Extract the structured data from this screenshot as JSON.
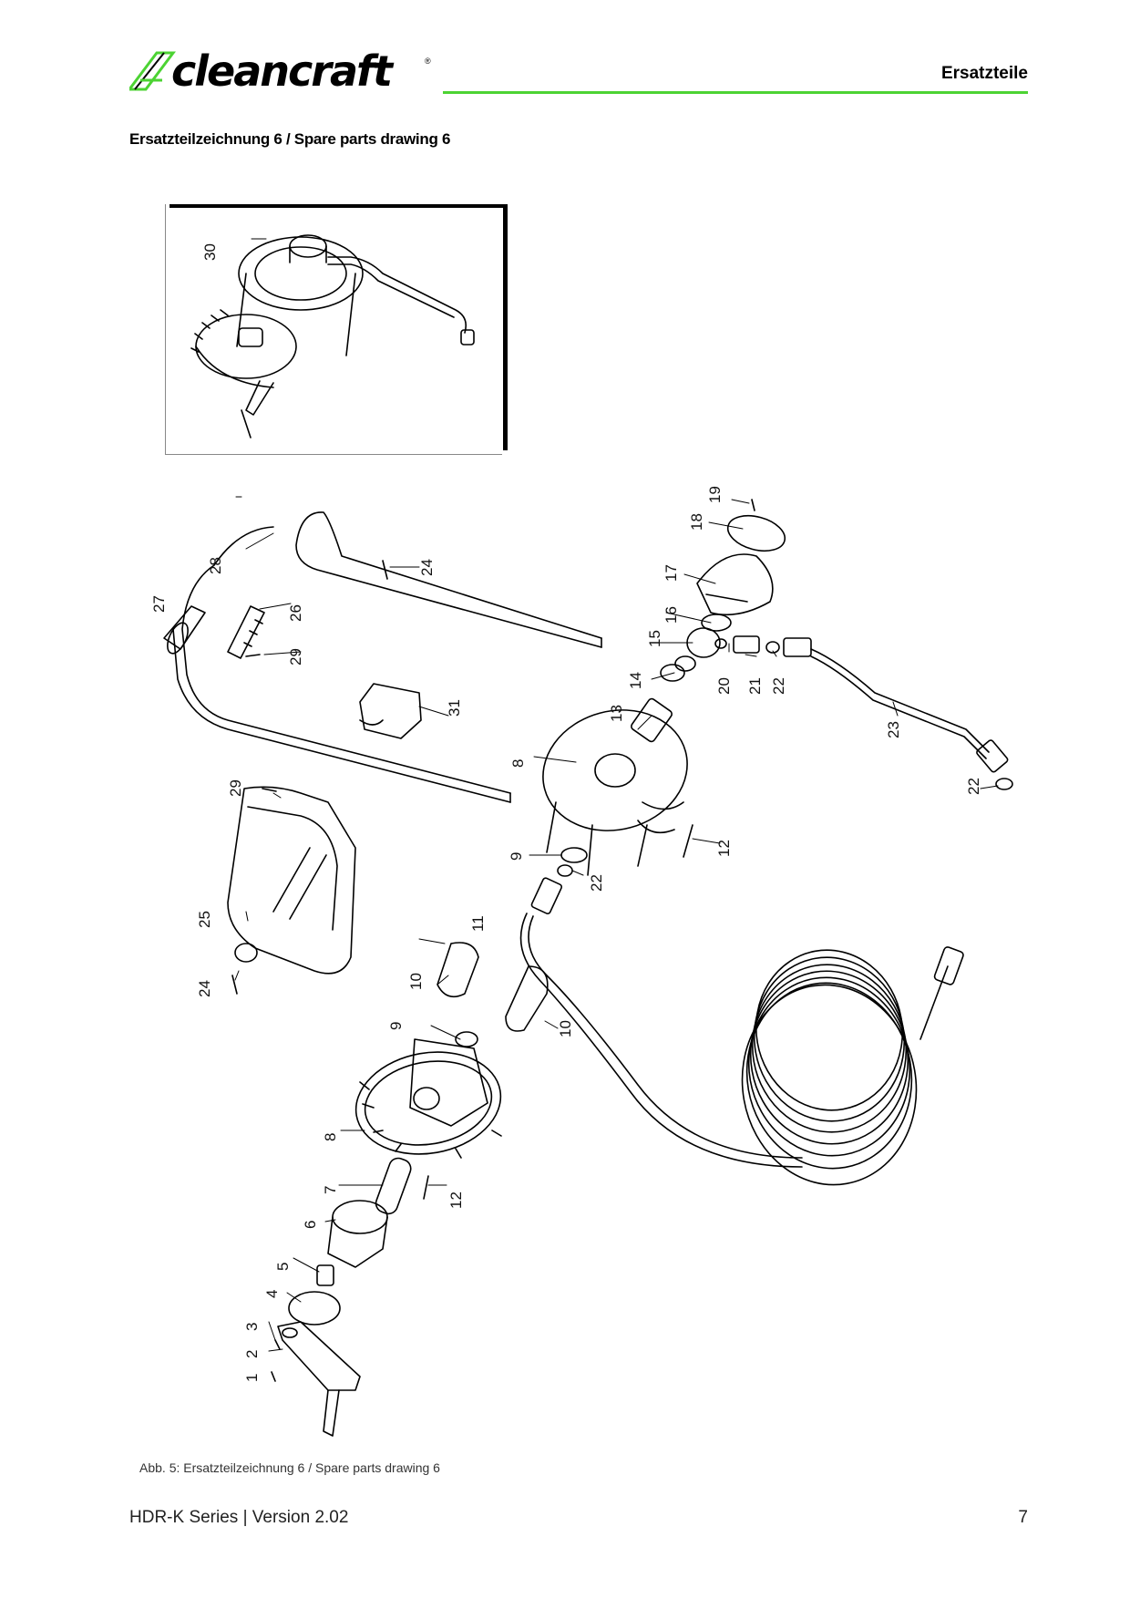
{
  "header": {
    "brand": "cleancraft",
    "brand_mark": "®",
    "section": "Ersatzteile",
    "accent_color": "#4cd333"
  },
  "drawing": {
    "title": "Ersatzteilzeichnung 6 / Spare parts drawing 6",
    "caption": "Abb. 5: Ersatzteilzeichnung 6 / Spare parts drawing 6",
    "part_labels": [
      "1",
      "2",
      "3",
      "4",
      "5",
      "6",
      "7",
      "8",
      "9",
      "10",
      "11",
      "12",
      "13",
      "14",
      "15",
      "16",
      "17",
      "18",
      "19",
      "20",
      "21",
      "22",
      "23",
      "24",
      "25",
      "26",
      "27",
      "28",
      "29",
      "30",
      "31"
    ]
  },
  "footer": {
    "document": "HDR-K Series | Version 2.02",
    "page": "7"
  }
}
